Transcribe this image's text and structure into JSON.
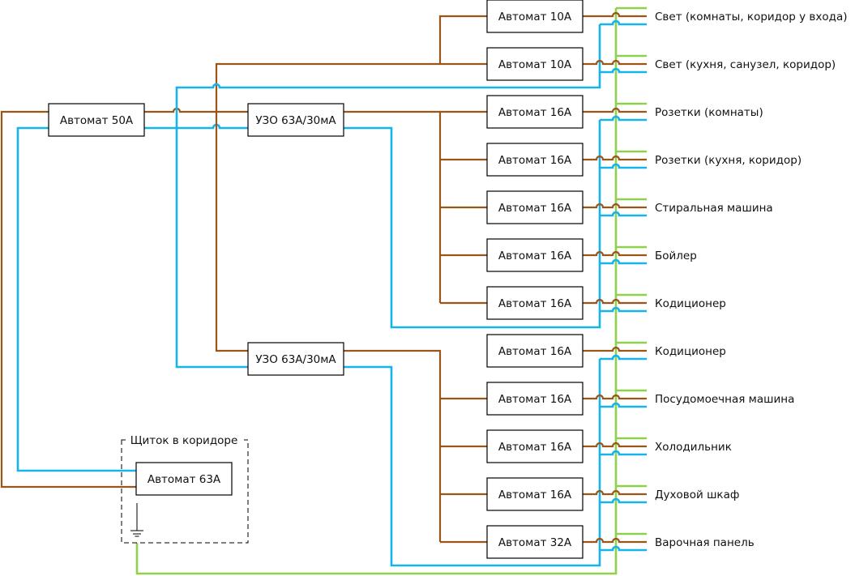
{
  "colors": {
    "phase": "#9a5519",
    "neutral": "#16b3ec",
    "ground": "#8ed14c"
  },
  "main_breaker": "Автомат 50А",
  "rcd_1": "УЗО 63А/30мА",
  "rcd_2": "УЗО 63А/30мА",
  "panel": {
    "title": "Щиток в коридоре",
    "breaker": "Автомат 63А",
    "ground_icon": "ground-icon"
  },
  "circuits": [
    {
      "breaker": "Автомат 10А",
      "load": "Свет (комнаты, коридор у входа)"
    },
    {
      "breaker": "Автомат 10А",
      "load": "Свет (кухня, санузел, коридор)"
    },
    {
      "breaker": "Автомат 16А",
      "load": "Розетки (комнаты)"
    },
    {
      "breaker": "Автомат 16А",
      "load": "Розетки (кухня, коридор)"
    },
    {
      "breaker": "Автомат 16А",
      "load": "Стиральная машина"
    },
    {
      "breaker": "Автомат 16А",
      "load": "Бойлер"
    },
    {
      "breaker": "Автомат 16А",
      "load": "Кодиционер"
    },
    {
      "breaker": "Автомат 16А",
      "load": "Кодиционер"
    },
    {
      "breaker": "Автомат 16А",
      "load": "Посудомоечная машина"
    },
    {
      "breaker": "Автомат 16А",
      "load": "Холодильник"
    },
    {
      "breaker": "Автомат 16А",
      "load": "Духовой шкаф"
    },
    {
      "breaker": "Автомат 32А",
      "load": "Варочная панель"
    }
  ]
}
